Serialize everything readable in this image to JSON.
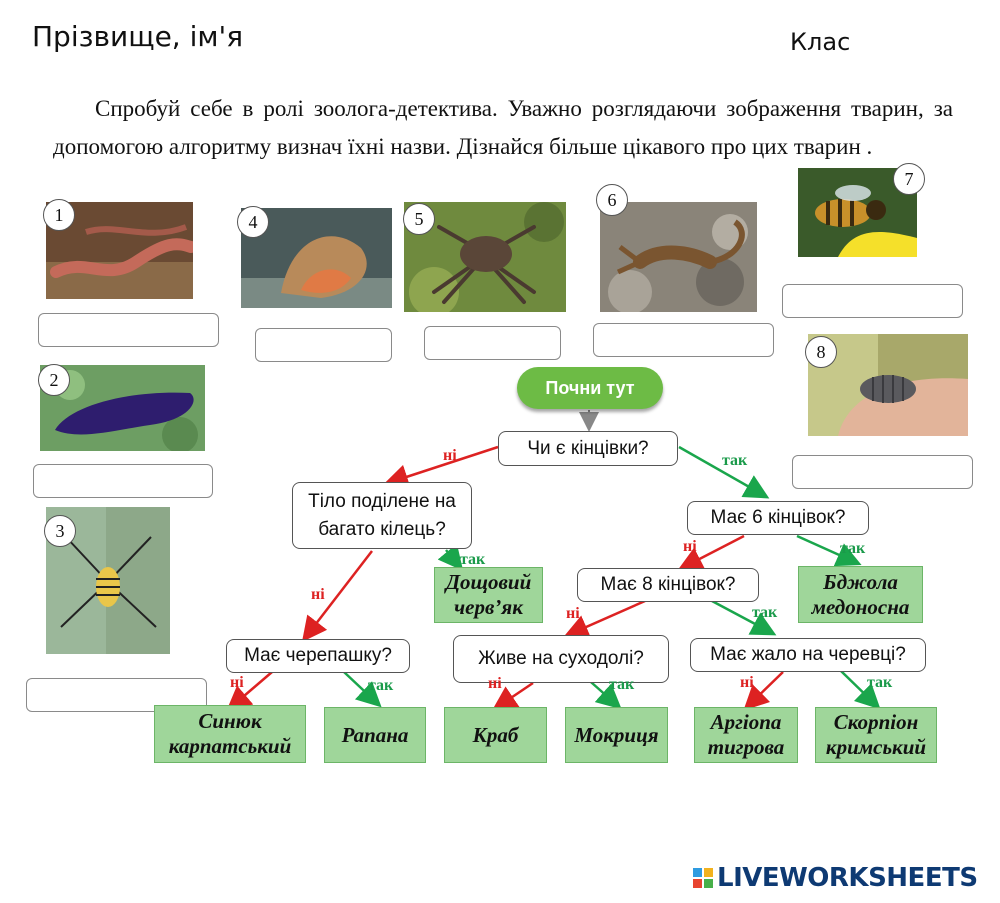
{
  "header": {
    "name_label": "Прізвище, ім'я",
    "class_label": "Клас"
  },
  "intro": "Спробуй себе в ролі зоолога-детектива. Уважно розглядаючи зображення тварин, за допомогою алгоритму визнач їхні назви. Дізнайся більше цікавого про цих тварин .",
  "photos": [
    {
      "number": "1",
      "icon": "earthworm-photo"
    },
    {
      "number": "2",
      "icon": "slug-photo"
    },
    {
      "number": "3",
      "icon": "spider-photo"
    },
    {
      "number": "4",
      "icon": "rapana-shell-photo"
    },
    {
      "number": "5",
      "icon": "crab-photo"
    },
    {
      "number": "6",
      "icon": "scorpion-photo"
    },
    {
      "number": "7",
      "icon": "bee-photo"
    },
    {
      "number": "8",
      "icon": "woodlouse-photo"
    }
  ],
  "answers": [
    "",
    "",
    "",
    "",
    "",
    "",
    "",
    ""
  ],
  "flowchart": {
    "start": "Почни тут",
    "questions": {
      "q1": "Чи є кінцівки?",
      "q2": "Тіло поділене на багато кілець?",
      "q3": "Має 6 кінцівок?",
      "q4": "Має 8 кінцівок?",
      "q5": "Має черепашку?",
      "q6": "Живе на суходолі?",
      "q7": "Має жало на черевці?"
    },
    "results": {
      "worm": "Дощовий черв’як",
      "bee": "Бджола медоносна",
      "slug": "Синюк карпатський",
      "rapana": "Рапана",
      "crab": "Краб",
      "woodlouse": "Мокриця",
      "argiope": "Аргіопа тигрова",
      "scorpion": "Скорпіон кримський"
    },
    "yes": "так",
    "no": "ні"
  },
  "colors": {
    "yes_arrow": "#1aa64c",
    "no_arrow": "#dd2222",
    "start": "#6dbb45",
    "result_fill": "#9fd69a"
  },
  "logo": "LIVEWORKSHEETS"
}
